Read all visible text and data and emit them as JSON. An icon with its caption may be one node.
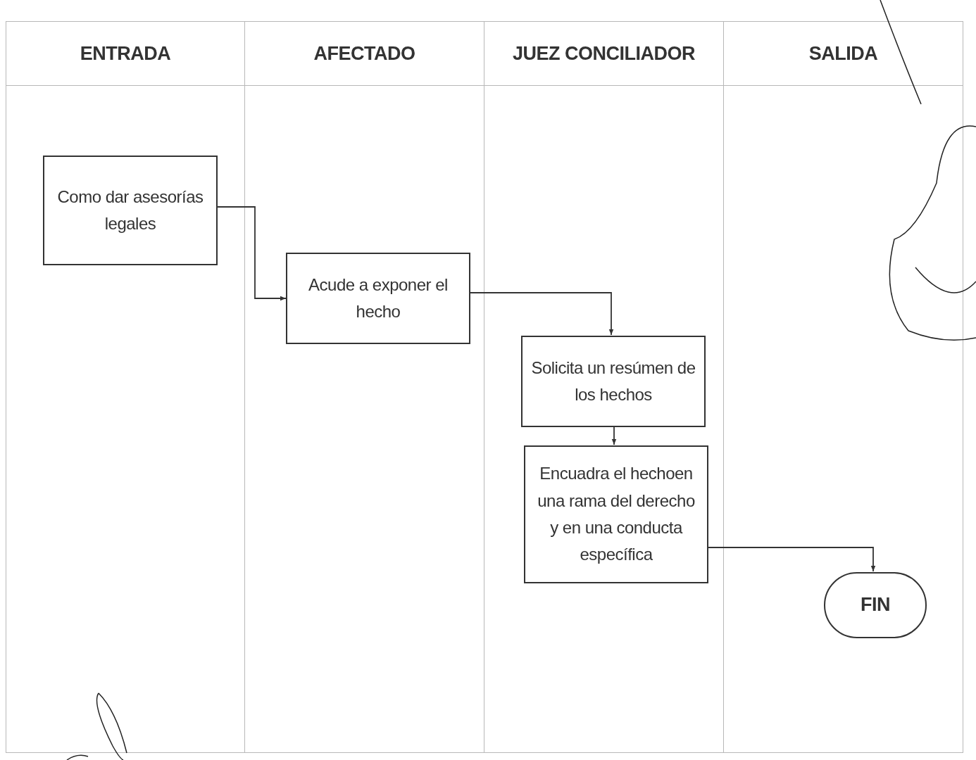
{
  "diagram": {
    "nodes": [
      {
        "text": [
          "ENTRADA"
        ]
      },
      {
        "text": [
          "Como dar asesorías legales"
        ],
        "in": 0
      },
      {
        "text": [
          "AFECTADO"
        ]
      },
      {
        "text": [
          "Acude a exponer el hecho"
        ],
        "in": 2
      },
      {
        "text": [
          "JUEZ CONCILIADOR"
        ]
      },
      {
        "text": [
          "Solicita un resúmen de los hechos"
        ],
        "in": 4
      },
      {
        "text": [
          "Encuadra el hechoen una rama del derecho y en una conducta específica"
        ],
        "in": 4
      },
      {
        "text": [
          "SALIDA"
        ]
      },
      {
        "text": [
          "FIN"
        ],
        "in": 7
      }
    ],
    "edges": [
      {
        "from": 1,
        "to": 3,
        "arrow": "to"
      },
      {
        "from": 3,
        "to": 5,
        "arrow": "to"
      },
      {
        "from": 5,
        "to": 6,
        "arrow": "to"
      },
      {
        "from": 6,
        "to": 8,
        "arrow": "to"
      }
    ]
  }
}
